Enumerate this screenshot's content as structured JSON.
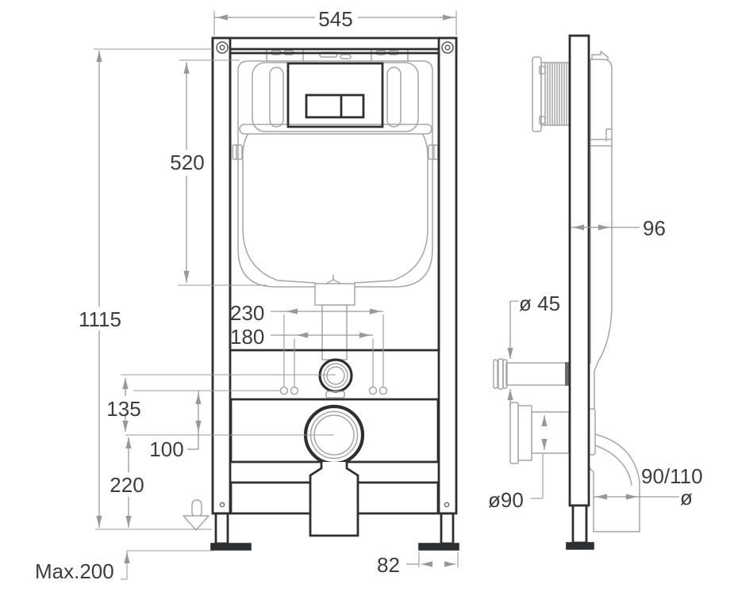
{
  "front_view": {
    "width": "545",
    "cistern_height": "520",
    "total_height": "1115",
    "fixing_spacing_outer": "230",
    "fixing_spacing_inner": "180",
    "inlet_offset": "135",
    "bolt_offset": "100",
    "drain_center_height": "220",
    "foot_plate_width": "82",
    "max_leg_adjustment": "Max.200"
  },
  "side_view": {
    "frame_depth": "96",
    "water_inlet_diameter": "ø 45",
    "drain_socket_diameter": "ø90",
    "outlet_pipe_diameter": "90/110",
    "outlet_diameter_symbol": "ø"
  },
  "colors": {
    "line_dark": "#2d3033",
    "line_light": "#a3a6a9",
    "dimension_line": "#96999c",
    "text": "#3a3d41",
    "background": "#ffffff"
  }
}
